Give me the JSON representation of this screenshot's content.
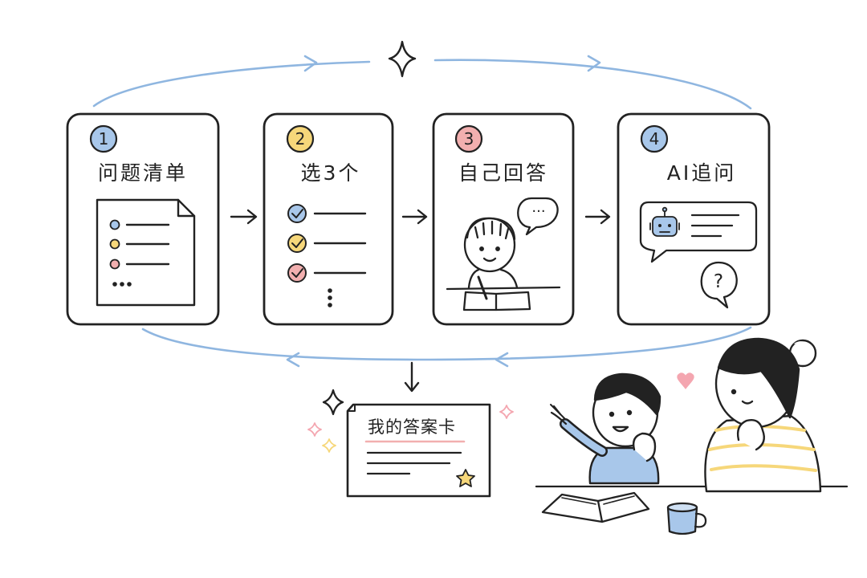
{
  "steps": [
    {
      "number": "1",
      "title": "问题清单",
      "badge_color": "#A8C7EA"
    },
    {
      "number": "2",
      "title": "选3个",
      "badge_color": "#F6D77A"
    },
    {
      "number": "3",
      "title": "自己回答",
      "badge_color": "#F2AFAF"
    },
    {
      "number": "4",
      "title": "AI追问",
      "badge_color": "#A8C7EA"
    }
  ],
  "bubble_text": "···",
  "question_mark": "?",
  "answer_card": {
    "title": "我的答案卡"
  },
  "colors": {
    "ink": "#222222",
    "loop_arrow": "#8FB6E0",
    "blue": "#A8C7EA",
    "yellow": "#F6D77A",
    "pink": "#F2AFAF",
    "heart": "#F4A6B0"
  }
}
